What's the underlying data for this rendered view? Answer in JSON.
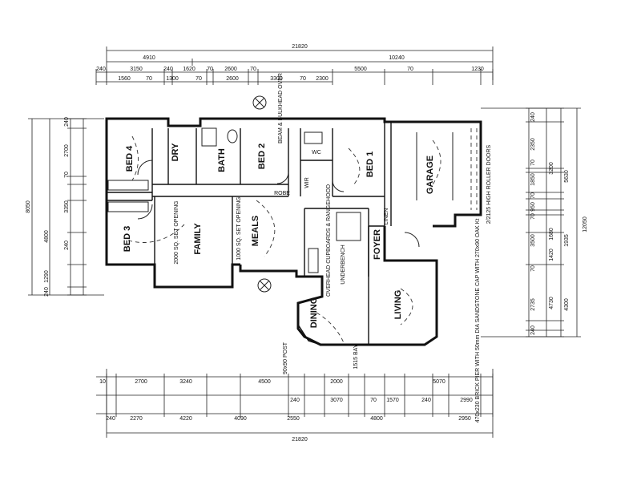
{
  "rooms": {
    "bed4": "BED 4",
    "dry": "DRY",
    "bath": "BATH",
    "bed2": "BED 2",
    "bed1": "BED 1",
    "garage": "GARAGE",
    "bed3": "BED 3",
    "family": "FAMILY",
    "meals": "MEALS",
    "foyer": "FOYER",
    "dining": "DINING",
    "living": "LIVING",
    "wir": "WIR",
    "robe": "ROBE",
    "wc": "WC",
    "linen": "LINEN"
  },
  "notes": {
    "opening_family": "2000 SQ. SET OPENING",
    "opening_meals": "1000 SQ. SET OPENING",
    "cupboards": "OVERHEAD CUPBOARDS & RANGEHOOD",
    "underbench": "UNDERBENCH",
    "roller_doors": "2/2125 HIGH ROLLER DOORS",
    "beam": "BEAM & BULKHEAD OVER",
    "bay_pier": "470x230 BRICK PIER WITH 50mm DIA SANDSTONE CAP WITH 270x90 OAK Kt",
    "bay": "1515 BAY",
    "post": "90x90 POST"
  },
  "dims": {
    "top_overall": "21820",
    "top_row1": [
      "4910",
      "10240"
    ],
    "top_row2": [
      "240",
      "3150",
      "240",
      "1620",
      "70",
      "2600",
      "70",
      "5500",
      "70",
      "1230"
    ],
    "top_row3": [
      "1560",
      "70",
      "1300",
      "70",
      "2600",
      "3300",
      "70",
      "2300"
    ],
    "bottom_row1": [
      "10",
      "2700",
      "3240",
      "4500",
      "2000",
      "5070"
    ],
    "bottom_row2": [
      "240",
      "3070",
      "70",
      "1570",
      "240",
      "2990"
    ],
    "bottom_row3": [
      "240",
      "2270",
      "4220",
      "4090",
      "2550",
      "4800",
      "2950"
    ],
    "bottom_overall": "21820",
    "left_overall": "8050",
    "left_col": [
      "240",
      "2700",
      "70",
      "3350",
      "240",
      "4800",
      "1290",
      "240"
    ],
    "right_overall": "12050",
    "right_col1": [
      "240",
      "2350",
      "70",
      "1850",
      "70",
      "950",
      "70",
      "3500",
      "70",
      "240"
    ],
    "right_col2": [
      "3200",
      "5630",
      "1680",
      "1420",
      "1935",
      "4730"
    ],
    "right_col3": [
      "4300",
      "2735"
    ]
  }
}
